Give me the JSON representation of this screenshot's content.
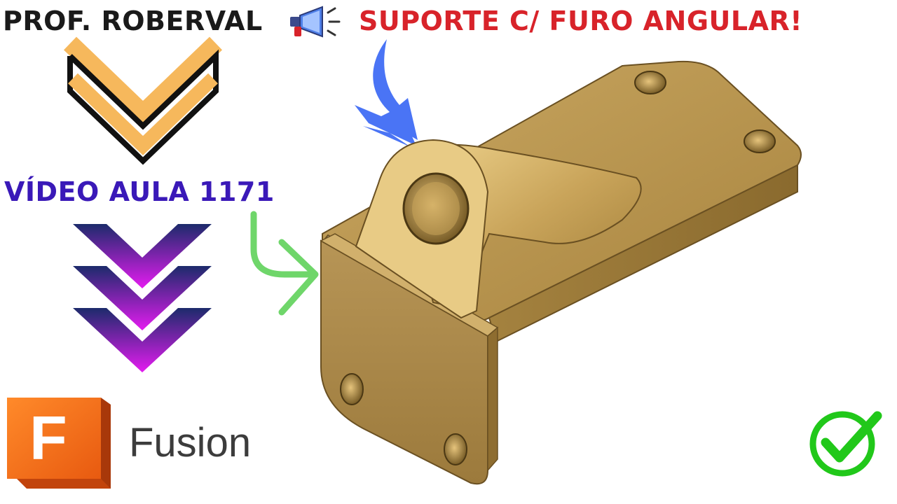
{
  "header": {
    "author": "PROF. ROBERVAL",
    "headline": "SUPORTE C/ FURO ANGULAR!"
  },
  "video": {
    "label": "VÍDEO AULA 1171"
  },
  "software": {
    "logo_letter": "F",
    "name": "Fusion"
  },
  "icons": {
    "announcement": "megaphone-icon",
    "confirmation": "check-circle-icon"
  },
  "colors": {
    "headline": "#d8232a",
    "video_label": "#3a19b8",
    "chevron_orange": "#f6b85c",
    "chevron_purple": "#d71ce6",
    "arrow_blue": "#4a74f5",
    "arrow_green": "#6fd66a",
    "check_green": "#21c81a",
    "part_gold": "#b8934f",
    "fusion_orange": "#f26b1d"
  }
}
